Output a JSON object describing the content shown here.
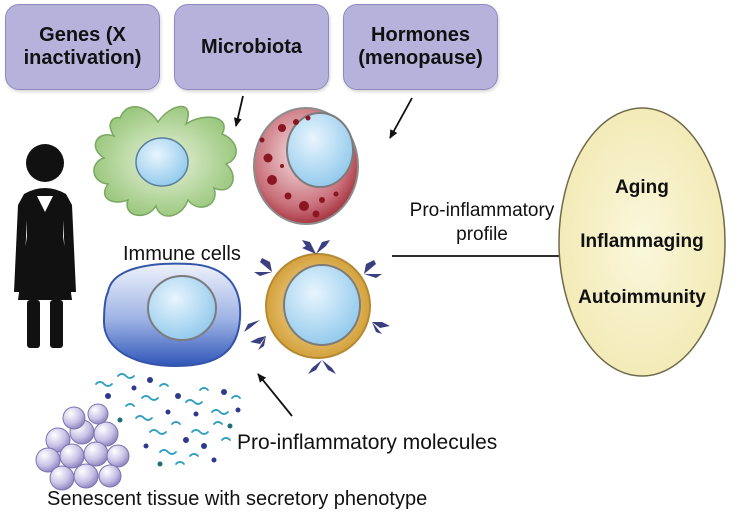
{
  "factors": [
    {
      "label": "Genes (X\ninactivation)"
    },
    {
      "label": "Microbiota"
    },
    {
      "label": "Hormones\n(menopause)"
    }
  ],
  "labels": {
    "immune_cells": "Immune cells",
    "pro_inflammatory_profile": "Pro-inflammatory\nprofile",
    "pro_inflammatory_molecules": "Pro-inflammatory molecules",
    "senescent_tissue": "Senescent tissue with secretory phenotype"
  },
  "outcomes": [
    "Aging",
    "Inflammaging",
    "Autoimmunity"
  ],
  "colors": {
    "factor_box": "#b7b2dc",
    "outcome_ellipse": "#f6f0c6",
    "macrophage": "#a8cf8c",
    "granulocyte": "#b0353d",
    "b_cell": "#3f63c0",
    "t_cell": "#d6a64a",
    "receptor": "#3b3f80"
  }
}
